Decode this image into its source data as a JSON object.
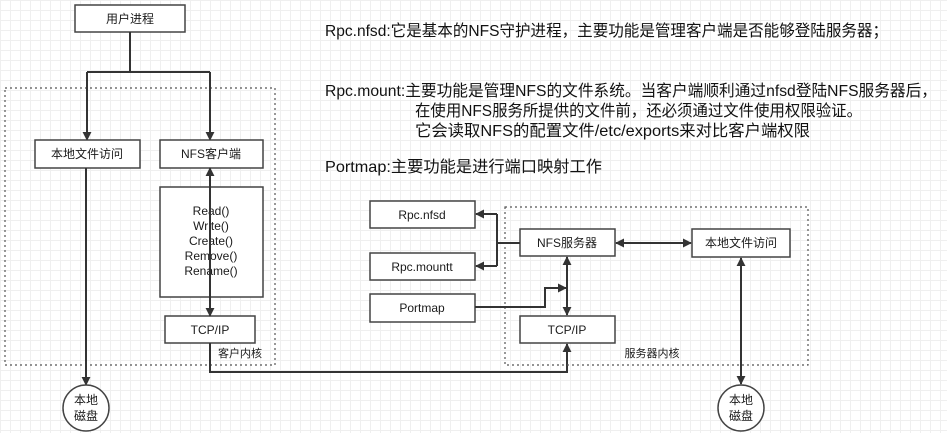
{
  "client": {
    "user_process": "用户进程",
    "local_file_access": "本地文件访问",
    "nfs_client": "NFS客户端",
    "operations": [
      "Read()",
      "Write()",
      "Create()",
      "Remove()",
      "Rename()"
    ],
    "tcpip": "TCP/IP",
    "kernel_label": "客户内核",
    "disk": [
      "本地",
      "磁盘"
    ]
  },
  "descriptions": {
    "rpc_nfsd": "Rpc.nfsd:它是基本的NFS守护进程，主要功能是管理客户端是否能够登陆服务器；",
    "rpc_mount": [
      "Rpc.mount:主要功能是管理NFS的文件系统。当客户端顺利通过nfsd登陆NFS服务器后，",
      "在使用NFS服务所提供的文件前，还必须通过文件使用权限验证。",
      "它会读取NFS的配置文件/etc/exports来对比客户端权限"
    ],
    "portmap": "Portmap:主要功能是进行端口映射工作"
  },
  "server": {
    "rpc_nfsd": "Rpc.nfsd",
    "rpc_mountd": "Rpc.mountt",
    "portmap": "Portmap",
    "nfs_server": "NFS服务器",
    "local_file_access": "本地文件访问",
    "tcpip": "TCP/IP",
    "kernel_label": "服务器内核",
    "disk": [
      "本地",
      "磁盘"
    ]
  },
  "colors": {
    "line": "#333333",
    "box_border": "#444444",
    "dotted_border": "#555555",
    "background": "#ffffff",
    "grid": "#efefef"
  }
}
